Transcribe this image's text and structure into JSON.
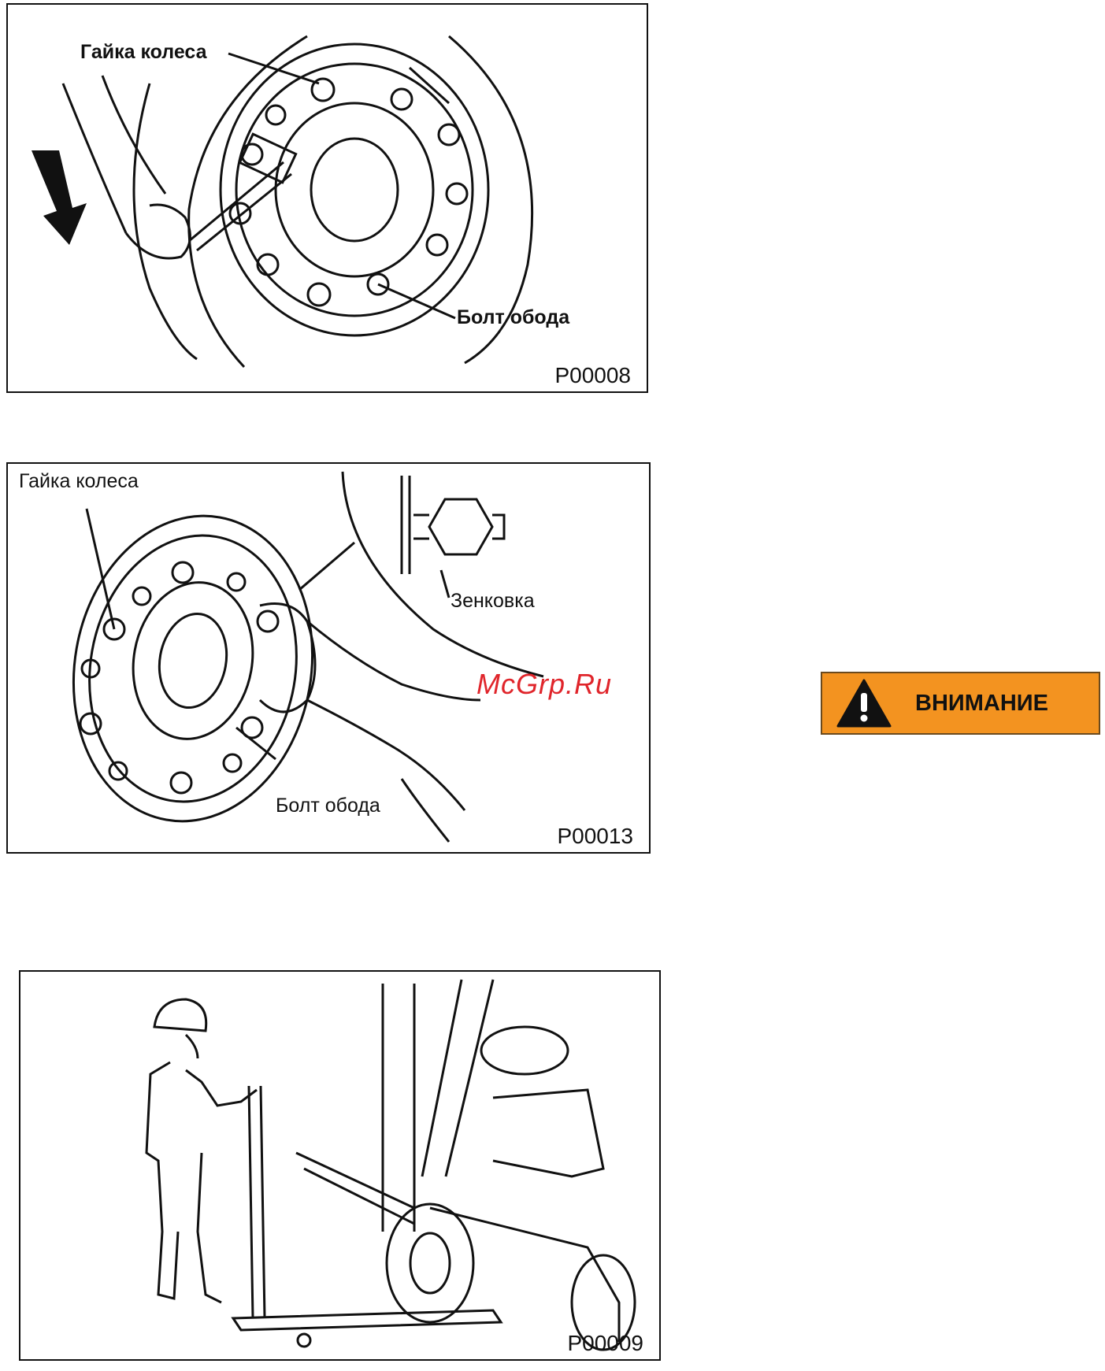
{
  "figures": [
    {
      "code": "P00008",
      "labels": {
        "nut": "Гайка колеса",
        "bolt": "Болт обода"
      }
    },
    {
      "code": "P00013",
      "labels": {
        "nut": "Гайка колеса",
        "countersink": "Зенковка",
        "bolt": "Болт обода"
      }
    },
    {
      "code": "P00009"
    }
  ],
  "watermark": "McGrp.Ru",
  "warning": {
    "text": "ВНИМАНИЕ",
    "icon": "warning-triangle-icon",
    "color": "#f39320"
  }
}
